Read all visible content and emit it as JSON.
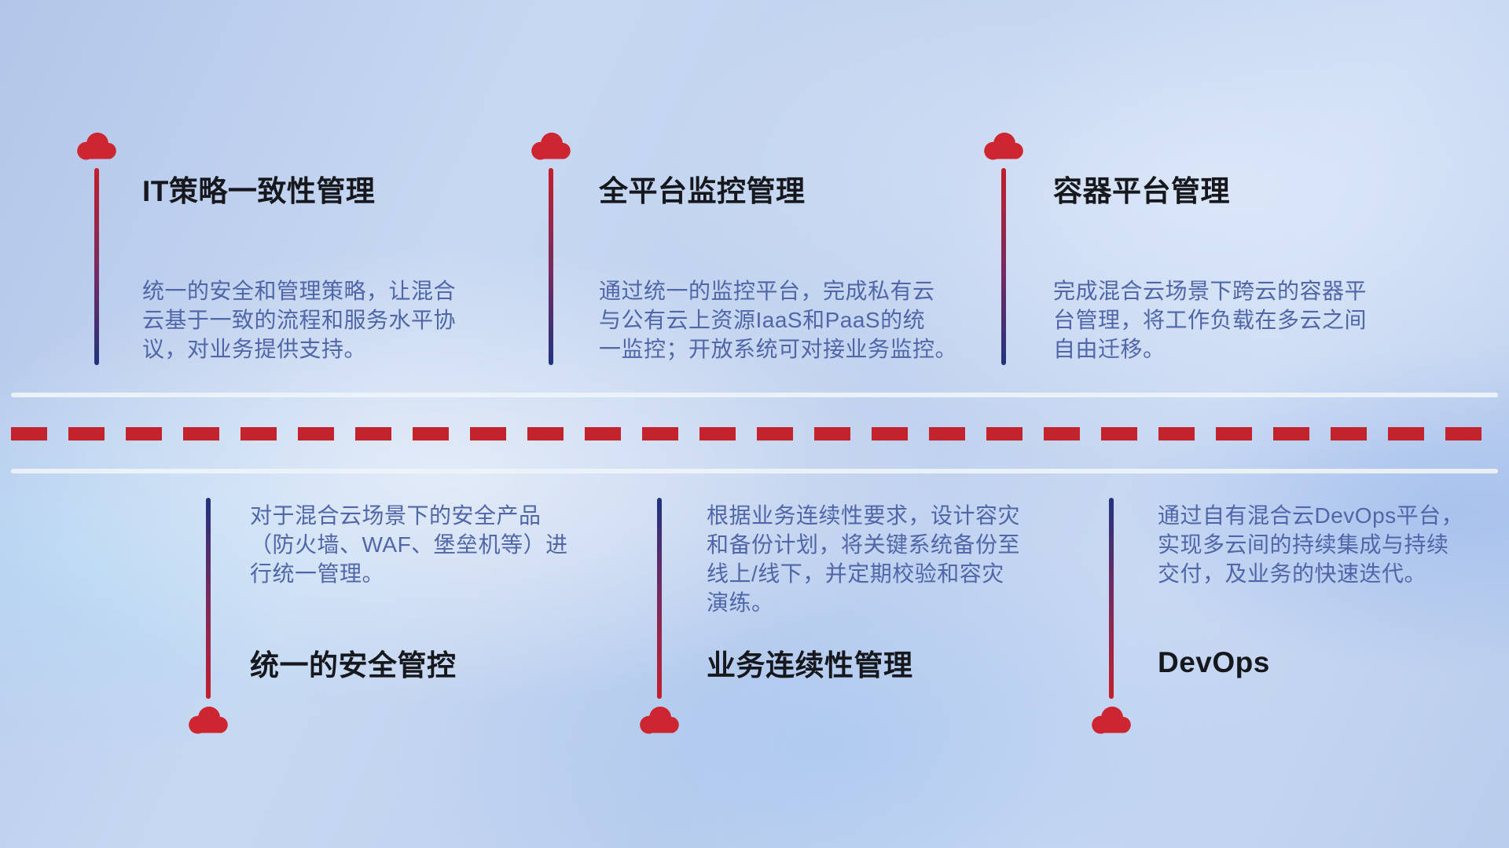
{
  "features": {
    "top": [
      {
        "title": "IT策略一致性管理",
        "description": "统一的安全和管理策略，让混合\n云基于一致的流程和服务水平协\n议，对业务提供支持。"
      },
      {
        "title": "全平台监控管理",
        "description": "通过统一的监控平台，完成私有云\n与公有云上资源IaaS和PaaS的统\n一监控；开放系统可对接业务监控。"
      },
      {
        "title": "容器平台管理",
        "description": "完成混合云场景下跨云的容器平\n台管理，将工作负载在多云之间\n自由迁移。"
      }
    ],
    "bottom": [
      {
        "title": "统一的安全管控",
        "description": "对于混合云场景下的安全产品\n（防火墙、WAF、堡垒机等）进\n行统一管理。"
      },
      {
        "title": "业务连续性管理",
        "description": "根据业务连续性要求，设计容灾\n和备份计划，将关键系统备份至\n线上/线下，并定期校验和容灾\n演练。"
      },
      {
        "title": "DevOps",
        "description": "通过自有混合云DevOps平台，\n实现多云间的持续集成与持续\n交付，及业务的快速迭代。"
      }
    ]
  },
  "colors": {
    "cloud_red": "#ce2630",
    "line_red": "#c41f2b",
    "line_blue": "#20337f",
    "title_text": "#16181d",
    "description_text": "#5066a8",
    "road_dash_red": "#c3232c",
    "road_line": "#eef3f8"
  }
}
